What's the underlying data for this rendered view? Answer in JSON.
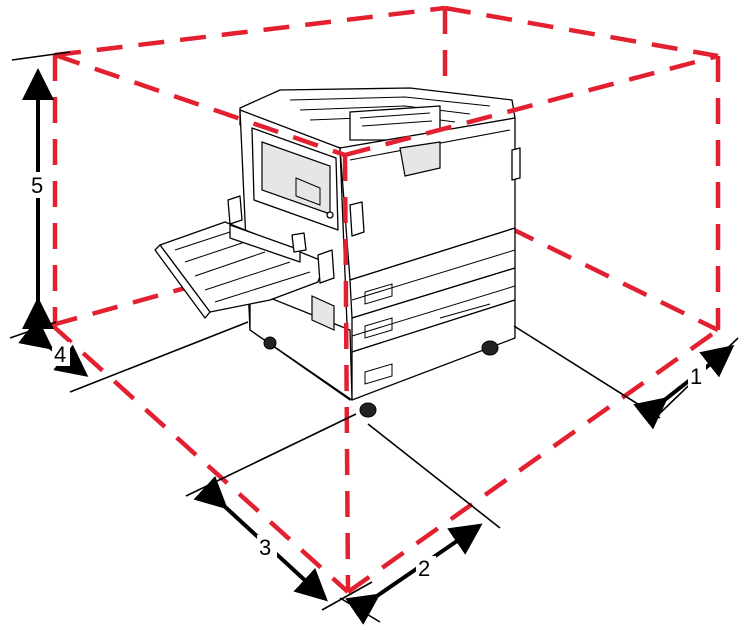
{
  "colors": {
    "dash": "#e3202f",
    "line": "#000000",
    "printer_fill": "#ffffff",
    "printer_shade": "#e6e6e6"
  },
  "labels": {
    "d1": "1",
    "d2": "2",
    "d3": "3",
    "d4": "4",
    "d5": "5"
  }
}
